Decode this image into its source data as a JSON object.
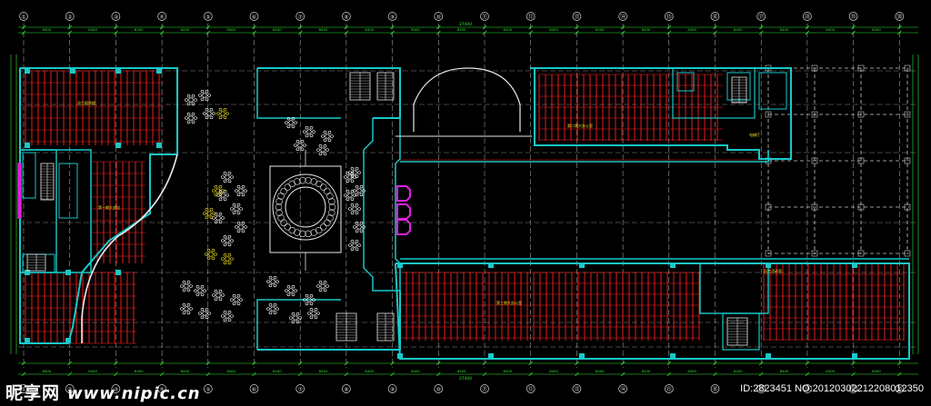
{
  "drawing": {
    "type": "architectural-floor-plan",
    "colors": {
      "background": "#000000",
      "wall": "#19c8c8",
      "grid": "#e8e8e8",
      "dimension": "#2ee82e",
      "lighting": "#ff2020",
      "room_label": "#f0e020",
      "bubble": "#d8d8d8",
      "special": "#e020e0",
      "furniture": "#ffffff",
      "dashed_outline": "#c8c8c8"
    },
    "axis_labels": [
      "①",
      "②",
      "③",
      "④",
      "⑤",
      "⑥",
      "⑦",
      "⑧",
      "⑨",
      "⑩",
      "⑪",
      "⑫",
      "⑬",
      "⑭",
      "⑮",
      "⑯",
      "⑰",
      "⑱",
      "⑲",
      "⑳"
    ],
    "overall_dimension": "37400",
    "bay_dimension": "8400",
    "room_labels": [
      "员工宿舍楼",
      "第二期大办公室",
      "第一期大会议",
      "第三期大办公室",
      "电梯厅",
      "员工活动室"
    ]
  },
  "watermark": {
    "logo": "昵享网",
    "site": "www.nipic.cn",
    "id_text": "ID:2823451 NO:20120302212208012350"
  }
}
